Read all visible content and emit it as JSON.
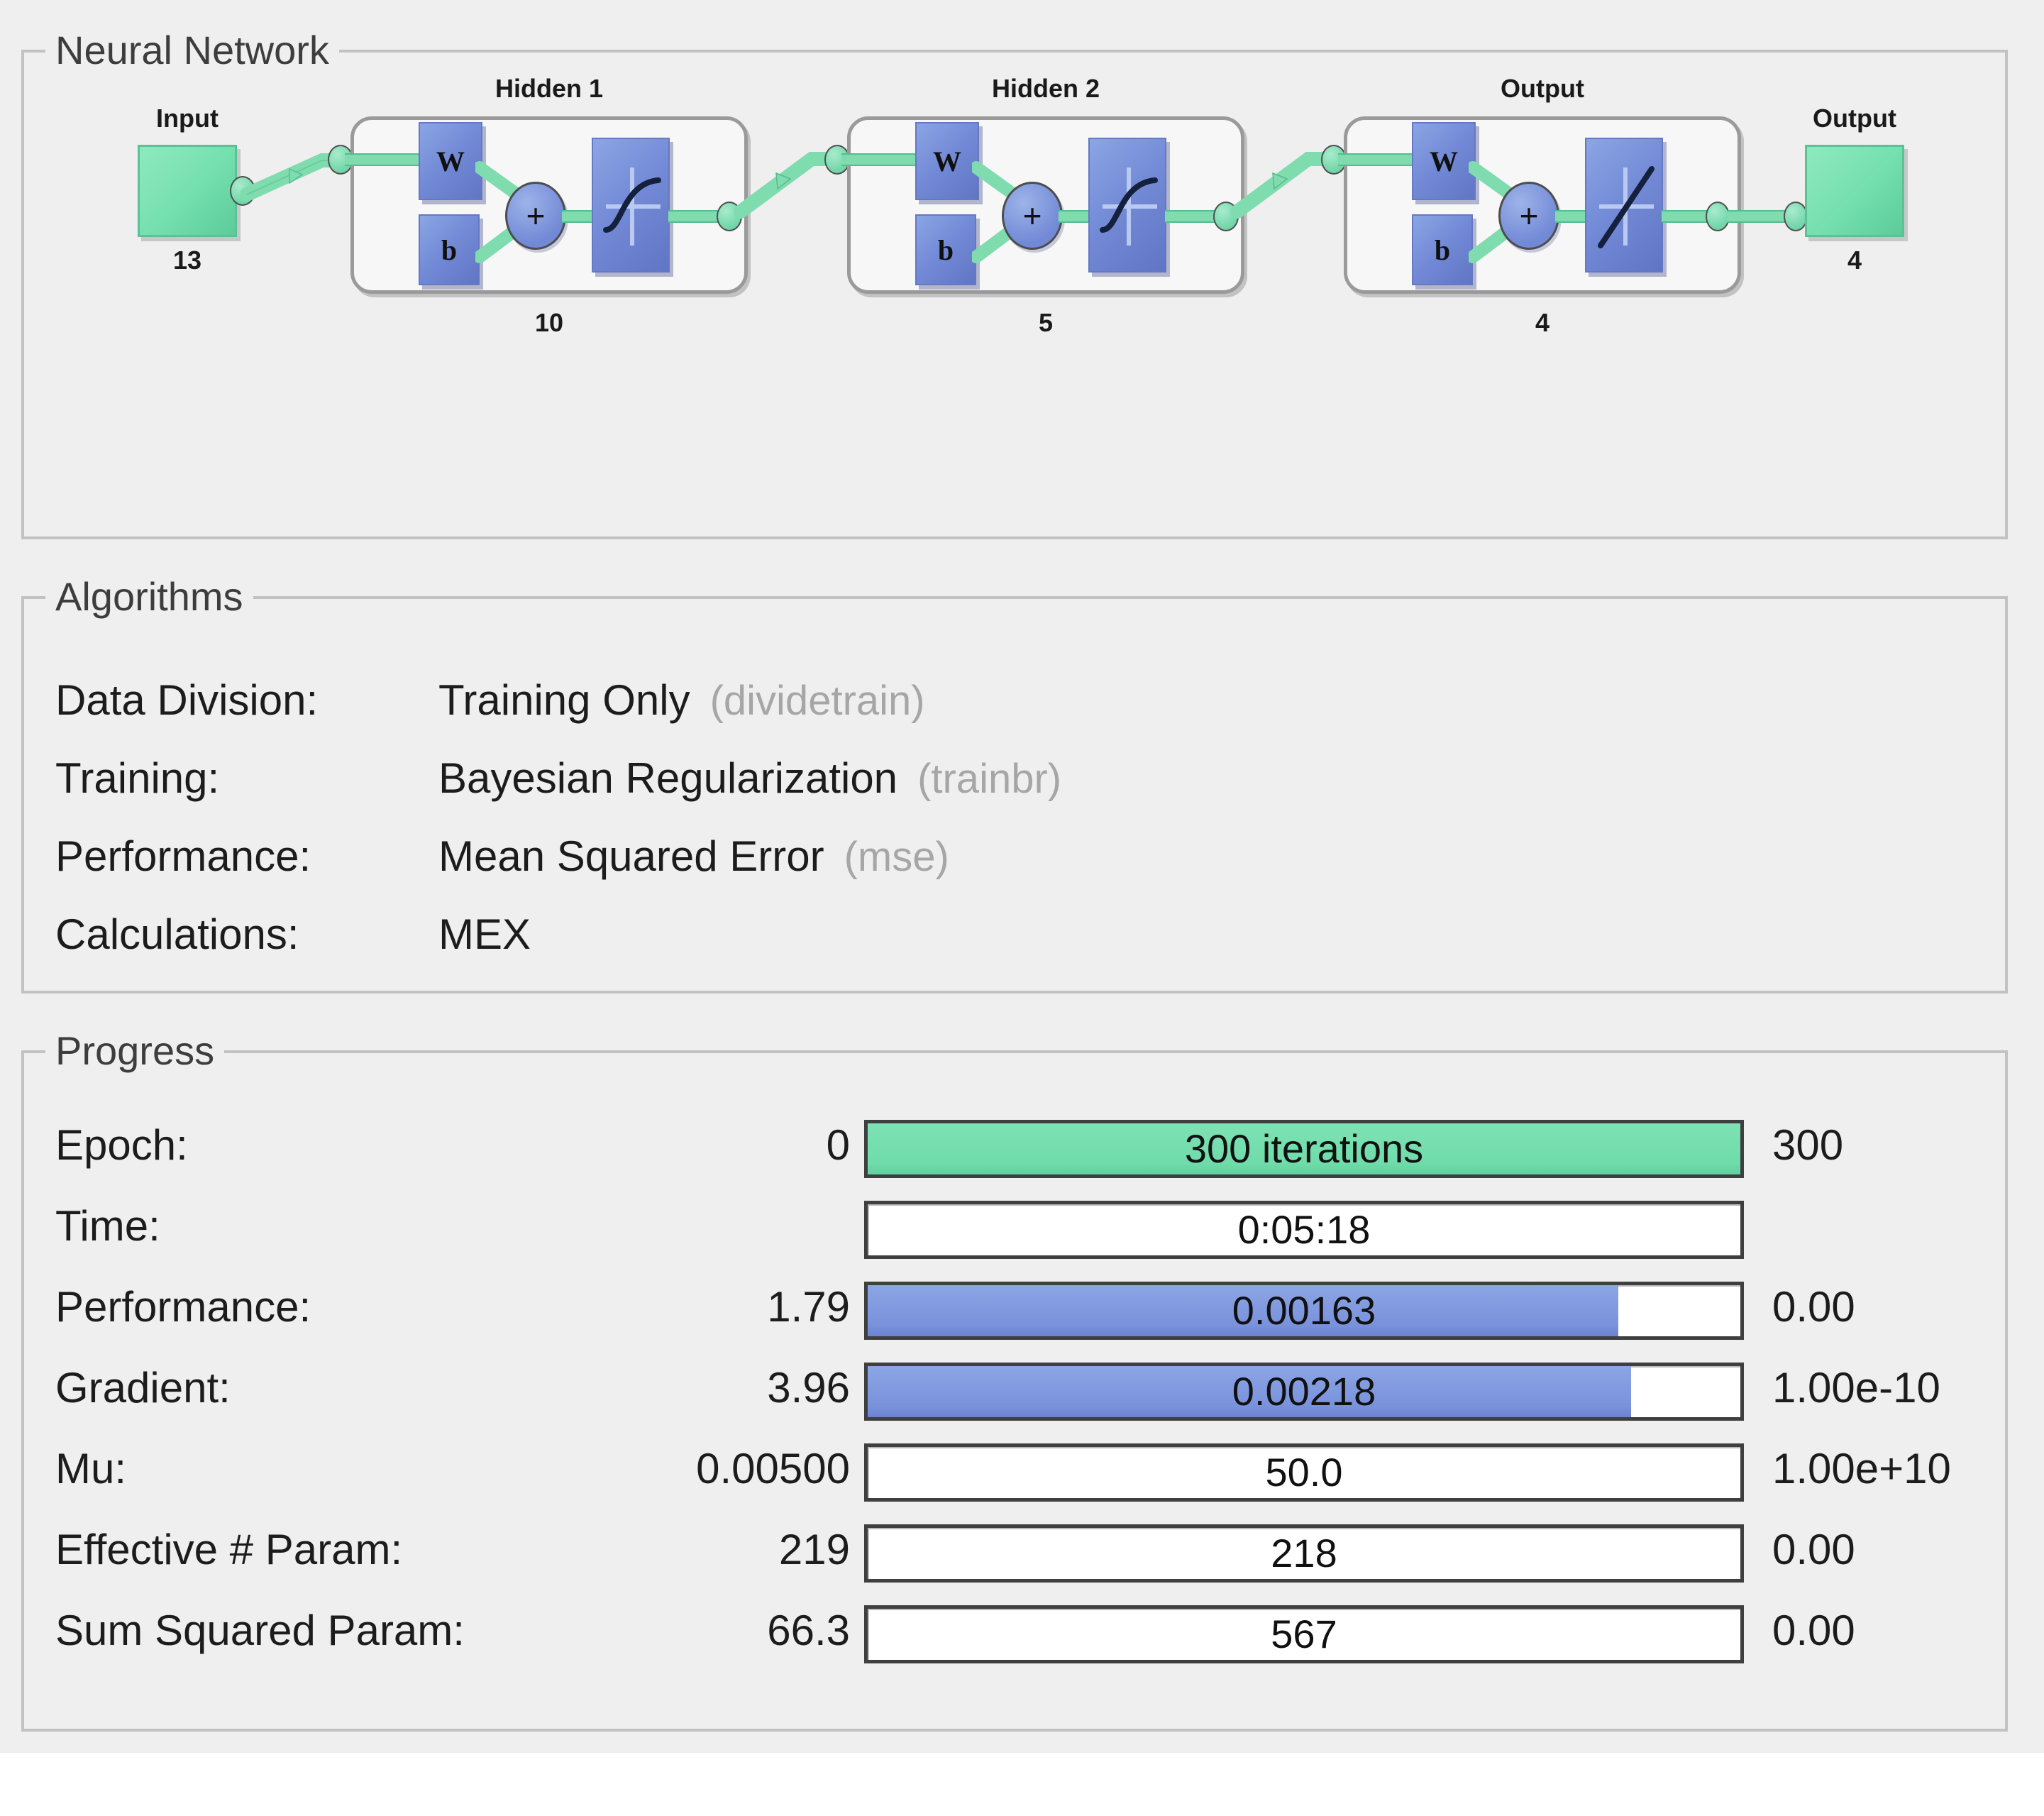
{
  "network": {
    "title": "Neural Network",
    "input": {
      "label": "Input",
      "count": "13"
    },
    "layers": [
      {
        "title": "Hidden 1",
        "count": "10",
        "weight": "W",
        "bias": "b",
        "sum": "+",
        "transfer": "sigmoid-icon"
      },
      {
        "title": "Hidden 2",
        "count": "5",
        "weight": "W",
        "bias": "b",
        "sum": "+",
        "transfer": "sigmoid-icon"
      },
      {
        "title": "Output",
        "count": "4",
        "weight": "W",
        "bias": "b",
        "sum": "+",
        "transfer": "linear-icon"
      }
    ],
    "output": {
      "label": "Output",
      "count": "4"
    }
  },
  "algorithms": {
    "title": "Algorithms",
    "rows": [
      {
        "key": "Data Division:",
        "value": "Training Only",
        "fn": "(dividetrain)"
      },
      {
        "key": "Training:",
        "value": "Bayesian Regularization",
        "fn": "(trainbr)"
      },
      {
        "key": "Performance:",
        "value": "Mean Squared Error",
        "fn": "(mse)"
      },
      {
        "key": "Calculations:",
        "value": "MEX",
        "fn": ""
      }
    ]
  },
  "progress": {
    "title": "Progress",
    "rows": [
      {
        "label": "Epoch:",
        "left": "0",
        "bar": "300 iterations",
        "right": "300",
        "fill_pct": 100,
        "fill_color": "green"
      },
      {
        "label": "Time:",
        "left": "",
        "bar": "0:05:18",
        "right": "",
        "fill_pct": 0,
        "fill_color": "none"
      },
      {
        "label": "Performance:",
        "left": "1.79",
        "bar": "0.00163",
        "right": "0.00",
        "fill_pct": 86,
        "fill_color": "blue"
      },
      {
        "label": "Gradient:",
        "left": "3.96",
        "bar": "0.00218",
        "right": "1.00e-10",
        "fill_pct": 87.5,
        "fill_color": "blue"
      },
      {
        "label": "Mu:",
        "left": "0.00500",
        "bar": "50.0",
        "right": "1.00e+10",
        "fill_pct": 0,
        "fill_color": "none"
      },
      {
        "label": "Effective # Param:",
        "left": "219",
        "bar": "218",
        "right": "0.00",
        "fill_pct": 0,
        "fill_color": "none"
      },
      {
        "label": "Sum Squared Param:",
        "left": "66.3",
        "bar": "567",
        "right": "0.00",
        "fill_pct": 0,
        "fill_color": "none"
      }
    ]
  },
  "colors": {
    "panel_bg": "#efefef",
    "panel_border": "#c2c2c2",
    "green": "#74dfae",
    "blue": "#7289d6",
    "text": "#1c1c1c",
    "muted": "#a6a6a6"
  }
}
